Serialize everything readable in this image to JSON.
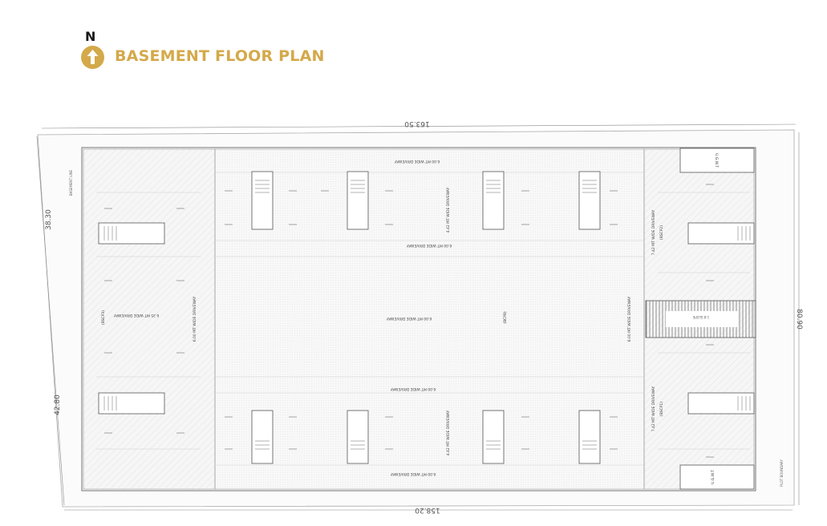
{
  "header": {
    "north_label": "N",
    "title": "BASEMENT FLOOR PLAN",
    "accent_color": "#d4a94a"
  },
  "dimensions": {
    "top": "163.50",
    "bottom": "158.20",
    "left_upper": "38.30",
    "left_lower": "42.80",
    "right": "80.90"
  },
  "driveways": {
    "top": "6.00 MT WIDE DRIVEWAY",
    "upper_mid": "6.00 MT WIDE DRIVEWAY",
    "center": "6.00 MT WIDE DRIVEWAY",
    "lower_mid": "6.00 MT WIDE DRIVEWAY",
    "bottom": "6.00 MT WIDE DRIVEWAY",
    "left_vertical": "6.00 MT WIDE DRIVEWAY",
    "right_vertical": "6.00 MT WIDE DRIVEWAY",
    "left_block": "6.35 MT WIDE DRIVEWAY",
    "center_upper": "4.42 MT WIDE DRIVEWAY",
    "center_lower": "4.42 MT WIDE DRIVEWAY",
    "right_upper": "7.42 MT WIDE DRIVEWAY",
    "right_lower": "7.42 MT WIDE DRIVEWAY"
  },
  "blocks": {
    "left": "(BSCP3)",
    "center": "(BCP8)",
    "right_upper": "(BSCP2)",
    "right_lower": "(BSCP1)"
  },
  "tanks": {
    "top": "U.G.W.T",
    "bottom": "U.G.W.T"
  },
  "notes": {
    "ramp": "1:8 SLOPE",
    "boundary": "BASEMENT LINE",
    "plot": "PLOT BOUNDARY"
  }
}
